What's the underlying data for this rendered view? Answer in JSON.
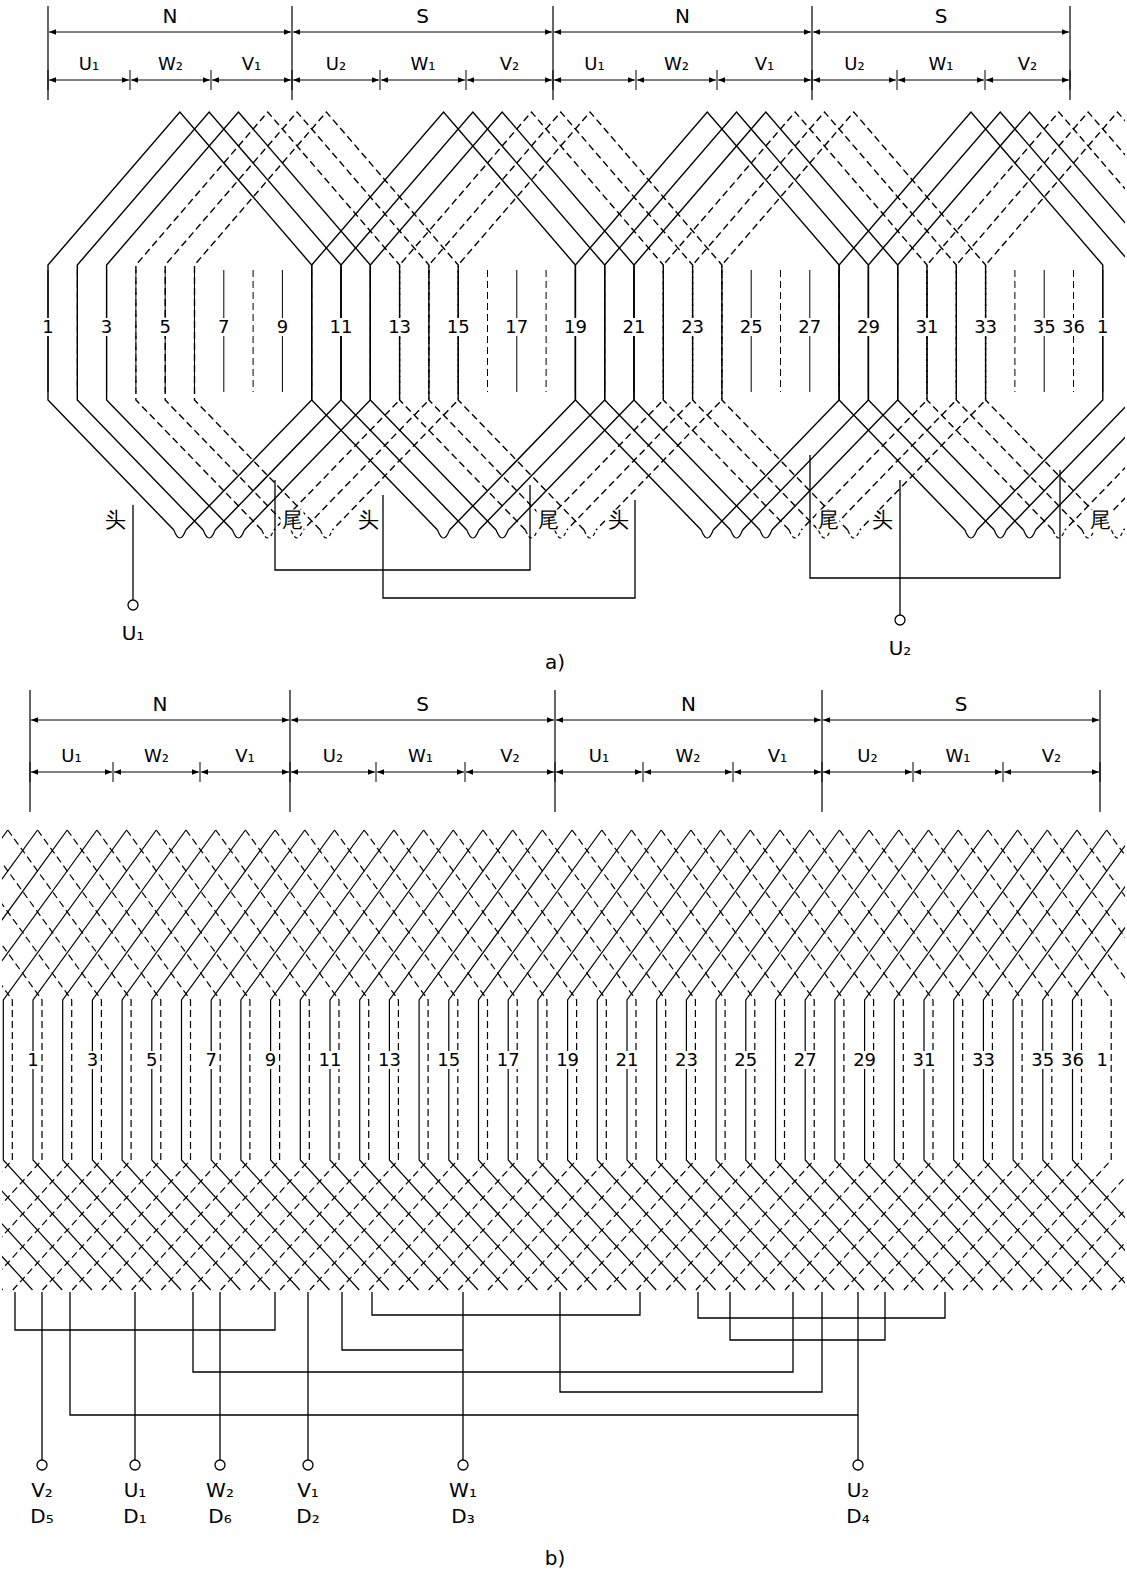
{
  "diagram": {
    "labels": [
      "N",
      "S",
      "N",
      "S",
      "U₁",
      "W₂",
      "V₁",
      "U₂",
      "W₁",
      "V₂",
      "U₁",
      "W₂",
      "V₁",
      "U₂",
      "W₁",
      "V₂",
      "1",
      "3",
      "5",
      "7",
      "9",
      "11",
      "13",
      "15",
      "17",
      "19",
      "21",
      "23",
      "25",
      "27",
      "29",
      "31",
      "33",
      "35",
      "36",
      "1",
      "头",
      "尾",
      "头",
      "尾",
      "头",
      "尾",
      "头",
      "尾",
      "U₁",
      "U₂",
      "a)",
      "N",
      "S",
      "N",
      "S",
      "U₁",
      "W₂",
      "V₁",
      "U₂",
      "W₁",
      "V₂",
      "U₁",
      "W₂",
      "V₁",
      "U₂",
      "W₁",
      "V₂",
      "1",
      "3",
      "5",
      "7",
      "9",
      "11",
      "13",
      "15",
      "17",
      "19",
      "21",
      "23",
      "25",
      "27",
      "29",
      "31",
      "33",
      "35",
      "36",
      "1",
      "V₂",
      "D₅",
      "U₁",
      "D₁",
      "W₂",
      "D₆",
      "V₁",
      "D₂",
      "W₁",
      "D₃",
      "U₂",
      "D₄",
      "b)"
    ]
  }
}
